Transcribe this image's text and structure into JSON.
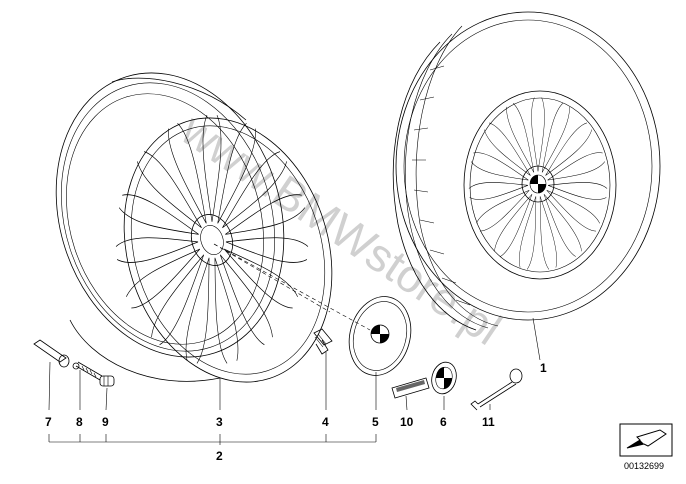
{
  "watermark": "www.BMWstore.pl",
  "callouts": {
    "p1": "1",
    "p2": "2",
    "p3": "3",
    "p4": "4",
    "p5": "5",
    "p6": "6",
    "p7": "7",
    "p8": "8",
    "p9": "9",
    "p10": "10",
    "p11": "11"
  },
  "drawing_number": "00132699"
}
